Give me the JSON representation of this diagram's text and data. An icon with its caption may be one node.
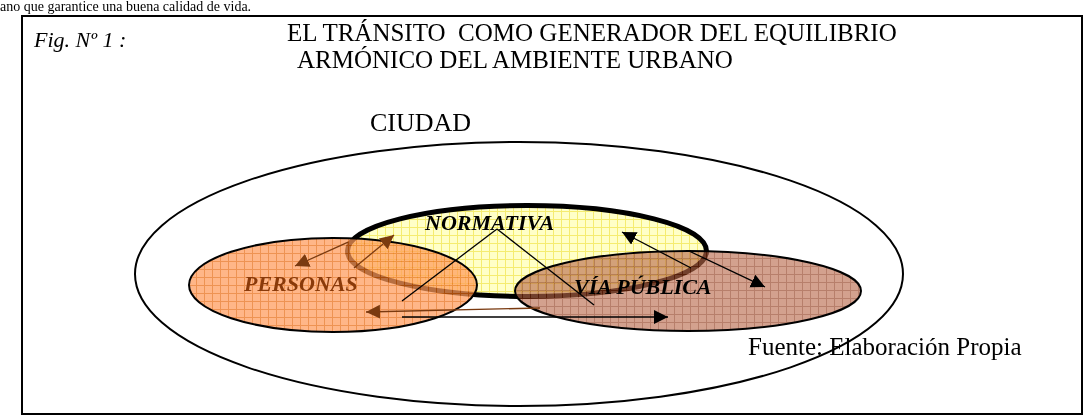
{
  "diagram": {
    "title": "EL TRÁNSITO  COMO GENERADOR DEL EQUILIBRIO ARMÓNICO DEL AMBIENTE URBANO",
    "nodes": [
      {
        "text": [
          "CIUDAD"
        ]
      },
      {
        "text": [
          "NORMATIVA"
        ],
        "in": 0
      },
      {
        "text": [
          "PERSONAS"
        ],
        "in": 0
      },
      {
        "text": [
          "VÍA PÚBLICA"
        ],
        "in": 0
      }
    ],
    "edges": [
      {
        "from": 1,
        "to": 2,
        "arrow": "none"
      },
      {
        "from": 1,
        "to": 3,
        "arrow": "none"
      },
      {
        "from": 2,
        "to": 1,
        "arrow": "to",
        "color": "#7a3a10"
      },
      {
        "from": 1,
        "to": 2,
        "arrow": "to",
        "color": "#7a3a10"
      },
      {
        "from": 3,
        "to": 1,
        "arrow": "to"
      },
      {
        "from": 1,
        "to": 3,
        "arrow": "to"
      },
      {
        "from": 3,
        "to": 2,
        "arrow": "to",
        "color": "#7a3a10"
      },
      {
        "from": 2,
        "to": 3,
        "arrow": "to"
      }
    ],
    "labels": [
      "ano que garantice una buena calidad de vida.",
      "Fig. Nº 1 :",
      "Fuente: Elaboración Propia"
    ]
  }
}
